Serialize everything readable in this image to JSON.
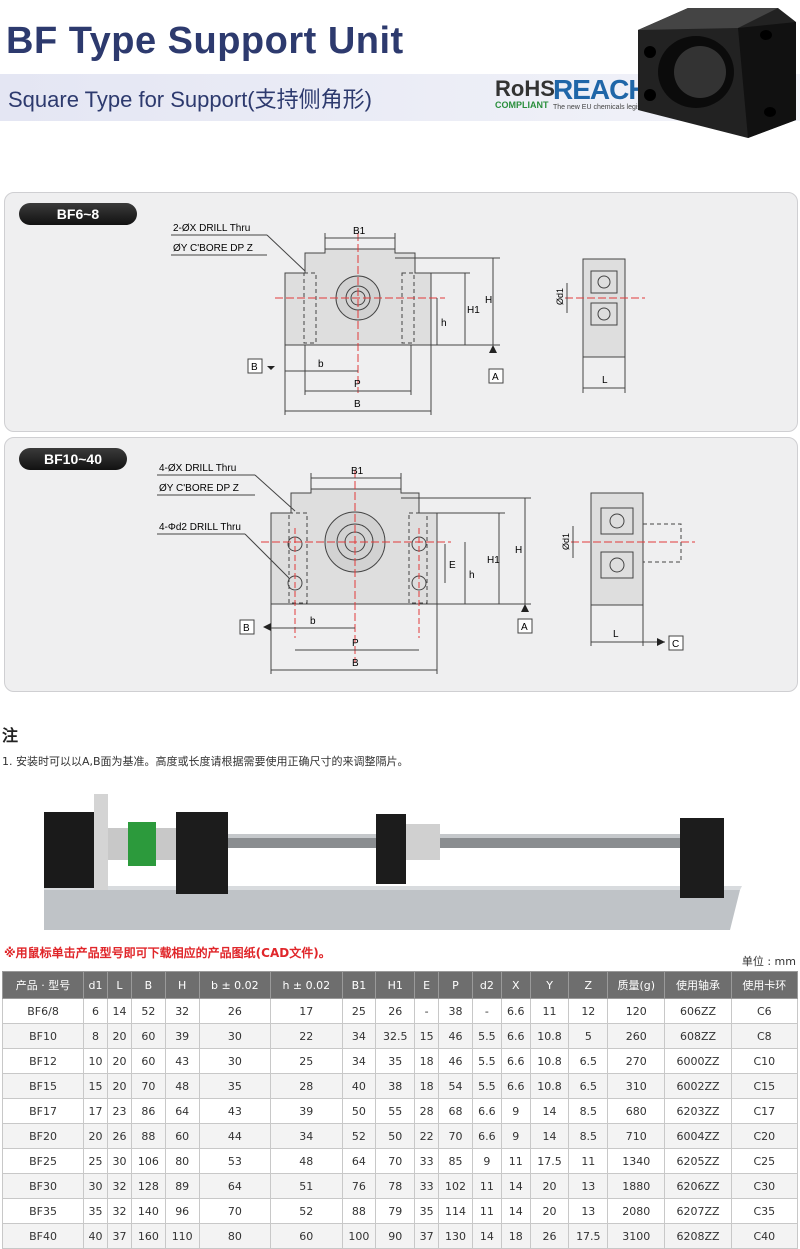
{
  "header": {
    "title": "BF Type Support Unit",
    "subtitle": "Square Type for Support(支持侧角形)",
    "rohs": "RoHS",
    "rohs_sub": "COMPLIANT",
    "reach": "REACH",
    "reach_sub": "The new EU chemicals legislation"
  },
  "panel_top": {
    "badge": "BF6~8",
    "label_drill": "2-ØX DRILL Thru",
    "label_cbore": "ØY C'BORE DP Z",
    "dims": {
      "b1": "B1",
      "h": "h",
      "h1": "H1",
      "H": "H",
      "b": "b",
      "P": "P",
      "B": "B",
      "d1": "Ød1",
      "L": "L",
      "refB": "B",
      "refA": "A"
    }
  },
  "panel_bottom": {
    "badge": "BF10~40",
    "label_drill": "4-ØX DRILL Thru",
    "label_cbore": "ØY C'BORE DP Z",
    "label_d2": "4-Φd2 DRILL Thru",
    "dims": {
      "b1": "B1",
      "E": "E",
      "h": "h",
      "h1": "H1",
      "H": "H",
      "b": "b",
      "P": "P",
      "B": "B",
      "d1": "Ød1",
      "L": "L",
      "refB": "B",
      "refA": "A",
      "refC": "C"
    }
  },
  "notes": {
    "title": "注",
    "item1": "1. 安装时可以以A,B面为基准。高度或长度请根据需要使用正确尺寸的来调整隔片。"
  },
  "cad_note": "※用鼠标单击产品型号即可下载相应的产品图纸(CAD文件)。",
  "unit": "单位 : mm",
  "table": {
    "headers": [
      "产品 · 型号",
      "d1",
      "L",
      "B",
      "H",
      "b ± 0.02",
      "h ± 0.02",
      "B1",
      "H1",
      "E",
      "P",
      "d2",
      "X",
      "Y",
      "Z",
      "质量(g)",
      "使用轴承",
      "使用卡环"
    ],
    "rows": [
      [
        "BF6/8",
        "6",
        "14",
        "52",
        "32",
        "26",
        "17",
        "25",
        "26",
        "-",
        "38",
        "-",
        "6.6",
        "11",
        "12",
        "120",
        "606ZZ",
        "C6"
      ],
      [
        "BF10",
        "8",
        "20",
        "60",
        "39",
        "30",
        "22",
        "34",
        "32.5",
        "15",
        "46",
        "5.5",
        "6.6",
        "10.8",
        "5",
        "260",
        "608ZZ",
        "C8"
      ],
      [
        "BF12",
        "10",
        "20",
        "60",
        "43",
        "30",
        "25",
        "34",
        "35",
        "18",
        "46",
        "5.5",
        "6.6",
        "10.8",
        "6.5",
        "270",
        "6000ZZ",
        "C10"
      ],
      [
        "BF15",
        "15",
        "20",
        "70",
        "48",
        "35",
        "28",
        "40",
        "38",
        "18",
        "54",
        "5.5",
        "6.6",
        "10.8",
        "6.5",
        "310",
        "6002ZZ",
        "C15"
      ],
      [
        "BF17",
        "17",
        "23",
        "86",
        "64",
        "43",
        "39",
        "50",
        "55",
        "28",
        "68",
        "6.6",
        "9",
        "14",
        "8.5",
        "680",
        "6203ZZ",
        "C17"
      ],
      [
        "BF20",
        "20",
        "26",
        "88",
        "60",
        "44",
        "34",
        "52",
        "50",
        "22",
        "70",
        "6.6",
        "9",
        "14",
        "8.5",
        "710",
        "6004ZZ",
        "C20"
      ],
      [
        "BF25",
        "25",
        "30",
        "106",
        "80",
        "53",
        "48",
        "64",
        "70",
        "33",
        "85",
        "9",
        "11",
        "17.5",
        "11",
        "1340",
        "6205ZZ",
        "C25"
      ],
      [
        "BF30",
        "30",
        "32",
        "128",
        "89",
        "64",
        "51",
        "76",
        "78",
        "33",
        "102",
        "11",
        "14",
        "20",
        "13",
        "1880",
        "6206ZZ",
        "C30"
      ],
      [
        "BF35",
        "35",
        "32",
        "140",
        "96",
        "70",
        "52",
        "88",
        "79",
        "35",
        "114",
        "11",
        "14",
        "20",
        "13",
        "2080",
        "6207ZZ",
        "C35"
      ],
      [
        "BF40",
        "40",
        "37",
        "160",
        "110",
        "80",
        "60",
        "100",
        "90",
        "37",
        "130",
        "14",
        "18",
        "26",
        "17.5",
        "3100",
        "6208ZZ",
        "C40"
      ]
    ]
  }
}
